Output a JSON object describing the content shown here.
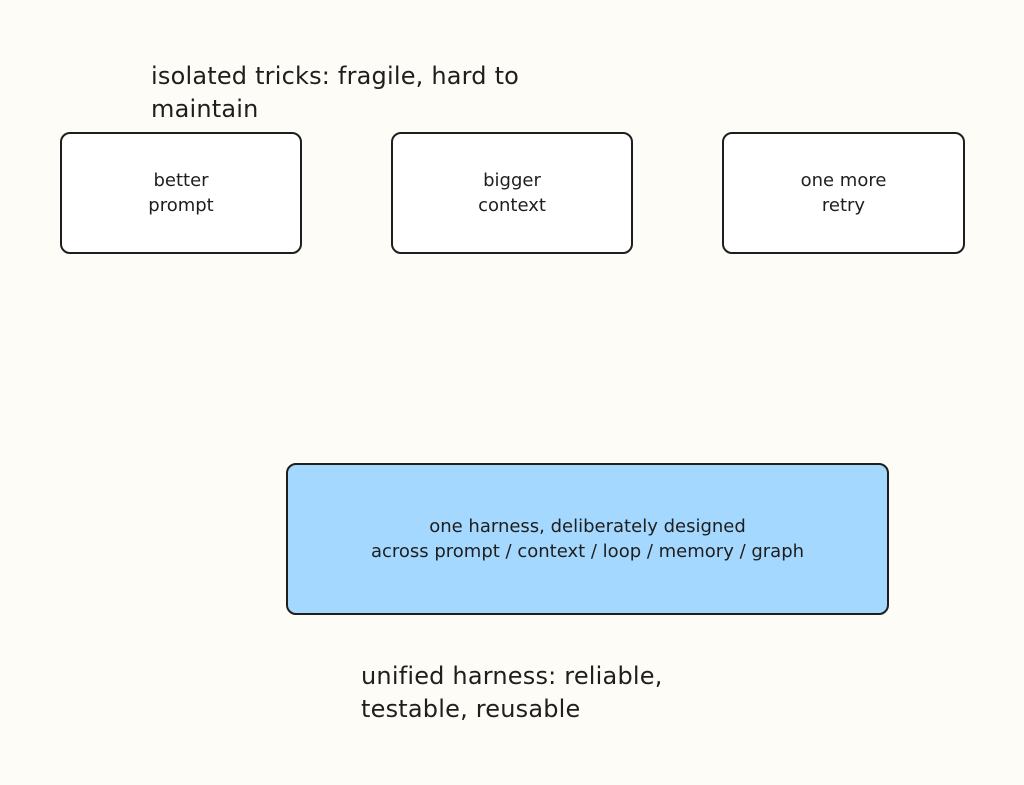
{
  "captions": {
    "top": "isolated tricks: fragile, hard to\nmaintain",
    "bottom": "unified harness: reliable,\ntestable, reusable"
  },
  "boxes": [
    {
      "label": "better\nprompt"
    },
    {
      "label": "bigger\ncontext"
    },
    {
      "label": "one more\nretry"
    }
  ],
  "unified": {
    "label": "one harness, deliberately designed\nacross prompt / context / loop / memory / graph",
    "fill_color": "#a5d8ff"
  }
}
